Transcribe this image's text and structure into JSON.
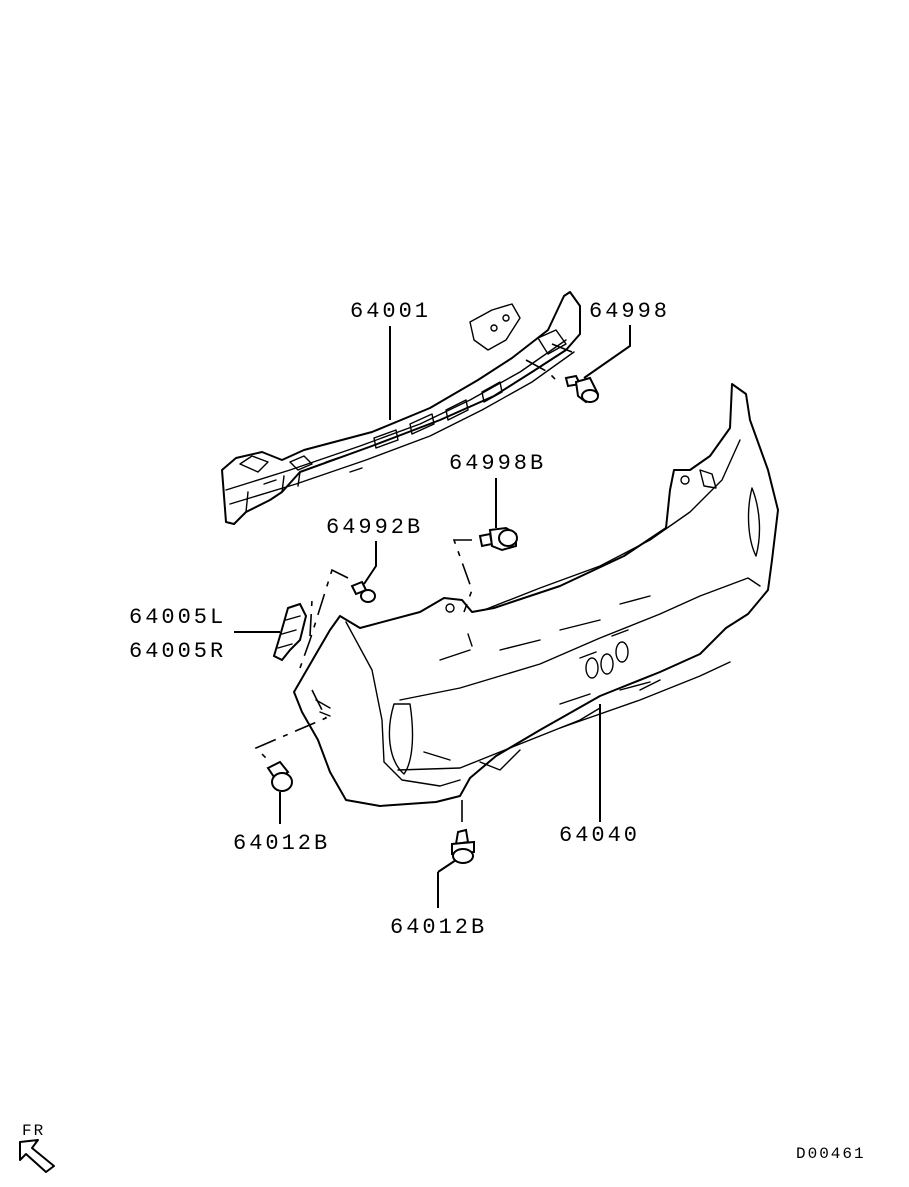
{
  "diagram": {
    "labels": {
      "reinforcement": "64001",
      "bolt_top": "64998",
      "bolt_mid": "64998B",
      "screw": "64992B",
      "bracket_l": "64005L",
      "bracket_r": "64005R",
      "clip_left": "64012B",
      "clip_bottom": "64012B",
      "bumper": "64040"
    },
    "orientation": "FR",
    "drawing_code": "D00461",
    "line_color": "#000000",
    "background_color": "#ffffff"
  }
}
